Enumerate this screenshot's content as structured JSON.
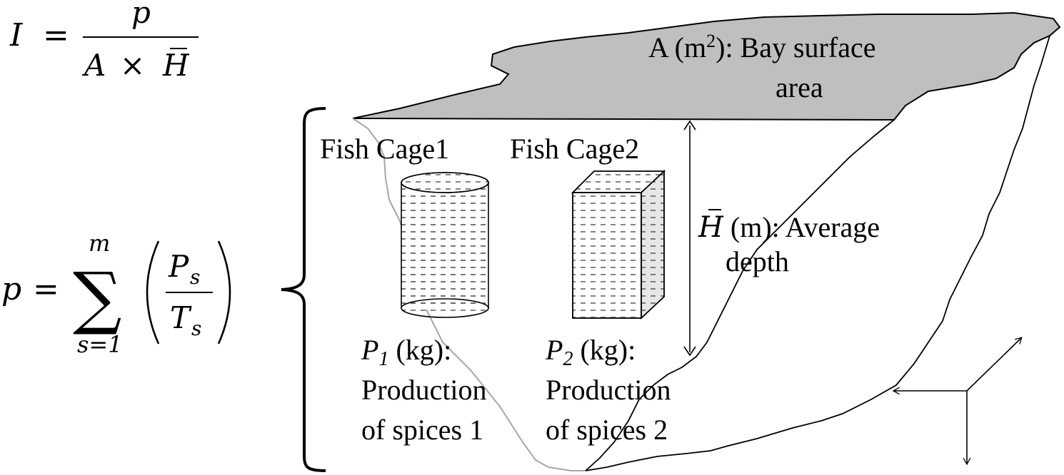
{
  "formulas": {
    "intensity": {
      "lhs": "I",
      "eq": "=",
      "numerator": "p",
      "den_a": "A",
      "times": "×",
      "den_h": "H"
    },
    "production": {
      "lhs": "p",
      "eq": "=",
      "sum": "∑",
      "upper": "m",
      "lower": "s=1",
      "numerator": "P",
      "num_sub": "s",
      "denominator": "T",
      "den_sub": "s"
    }
  },
  "labels": {
    "bay_area_line1": "A (m",
    "bay_area_sup": "2",
    "bay_area_line1_rest": "): Bay surface",
    "bay_area_line2": "area",
    "depth_symbol": "H",
    "depth_line1": " (m): Average",
    "depth_line2": "depth",
    "cage1_title": "Fish Cage1",
    "cage2_title": "Fish Cage2",
    "p1_symbol": "P",
    "p1_sub": "1",
    "p1_unit": " (kg):",
    "p1_line2": "Production",
    "p1_line3": "of spices 1",
    "p2_symbol": "P",
    "p2_sub": "2",
    "p2_unit": " (kg):",
    "p2_line2": "Production",
    "p2_line3": "of spices 2"
  },
  "colors": {
    "bay_surface": "#bfbfbf",
    "outline": "#000000",
    "gray_boundary": "#a6a6a6",
    "cage_hatch": "#333333"
  }
}
